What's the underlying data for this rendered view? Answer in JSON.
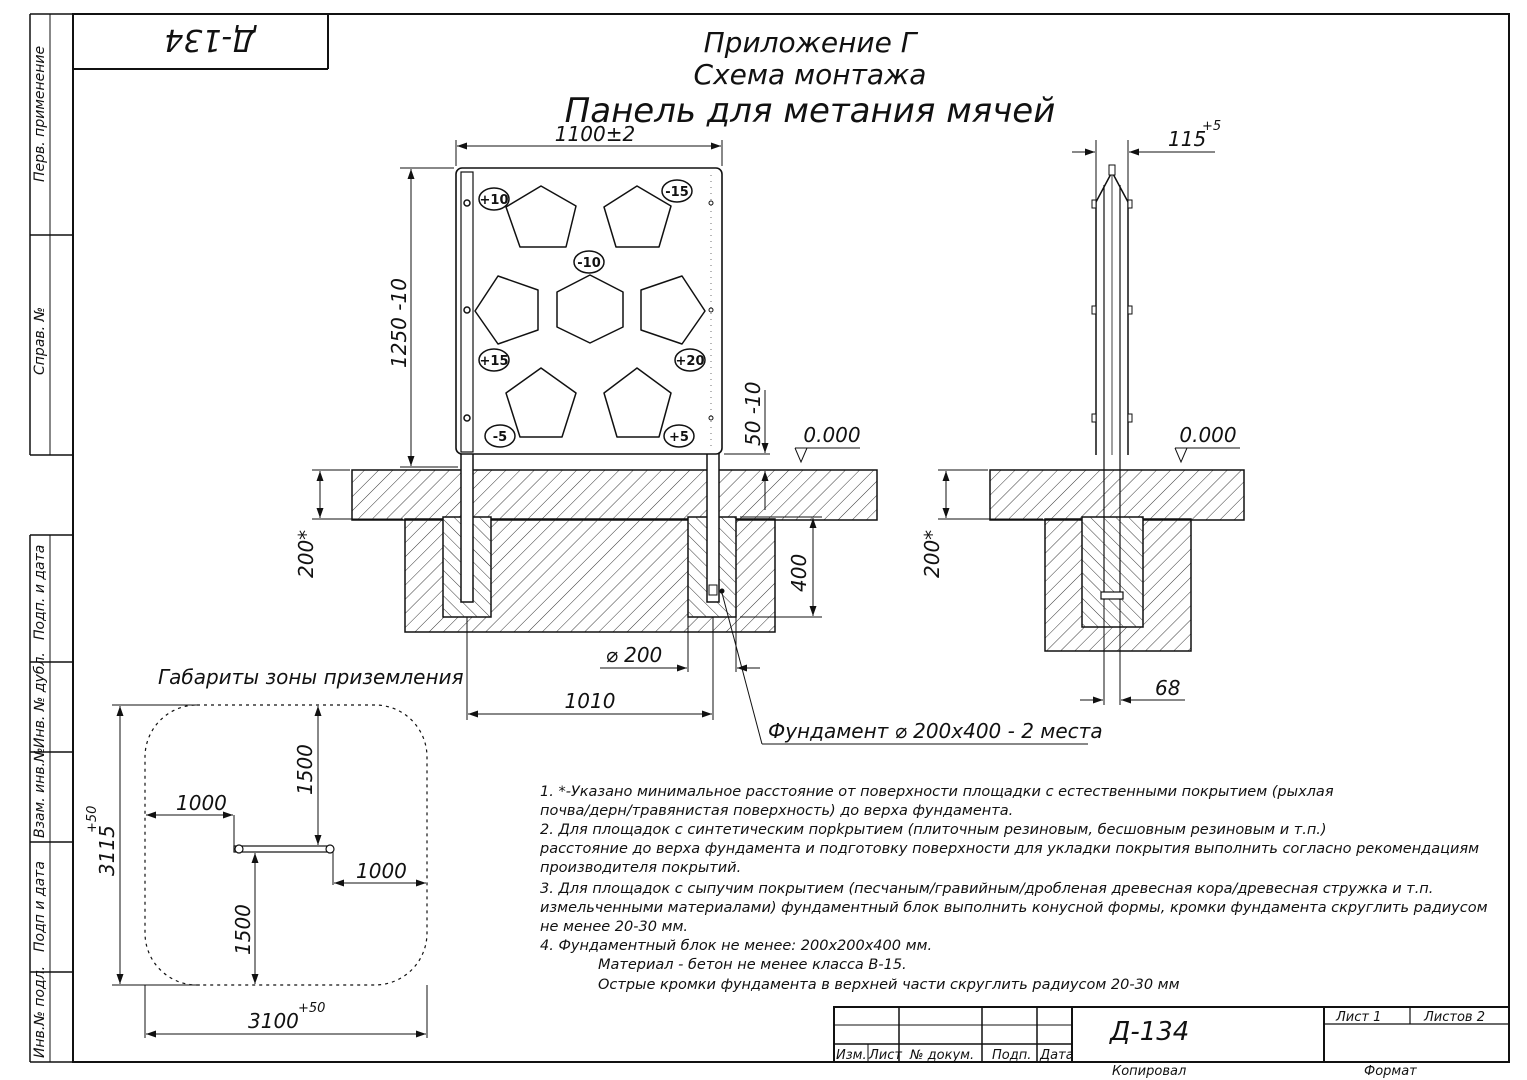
{
  "stamp": "Д-134",
  "title": {
    "line1": "Приложение Г",
    "line2": "Схема монтажа",
    "line3": "Панель для метания мячей"
  },
  "side_column": {
    "top": [
      "Перв. применение",
      "Справ. №"
    ],
    "bottom": [
      "Подп. и дата",
      "Инв. № дубл.",
      "Взам. инв.№",
      "Подп и дата",
      "Инв.№ подл."
    ]
  },
  "front_view": {
    "width_dim": "1100±2",
    "height_dim": "1250 -10",
    "gap_dim": "50 -10",
    "level_mark": "0.000",
    "depth_dim": "200*",
    "foundation_depth_dim": "400",
    "diameter_dim": "⌀ 200",
    "spacing_dim": "1010",
    "foundation_label": "Фундамент ⌀ 200х400 - 2 места",
    "badges": [
      "+10",
      "-15",
      "-10",
      "+15",
      "+20",
      "-5",
      "+5"
    ]
  },
  "side_view": {
    "thickness_dim": "115",
    "thickness_tol": "+5",
    "level_mark": "0.000",
    "depth_dim": "200*",
    "bottom_dim": "68"
  },
  "zone": {
    "title": "Габариты зоны приземления",
    "dim_top": "1500",
    "dim_left": "1000",
    "dim_right": "1000",
    "dim_bottom": "1500",
    "height_dim": "3115",
    "height_tol": "+50",
    "width_dim": "3100",
    "width_tol": "+50"
  },
  "notes": [
    "1. *-Указано минимальное расстояние от поверхности площадки с естественными покрытием (рыхлая",
    "почва/дерн/травянистая поверхность) до верха фундамента.",
    "2. Для площадок с синтетическим порkрытием (плиточным резиновым, бесшовным резиновым и т.п.)",
    "расстояние до верха фундамента и подготовку поверхности для укладки покрытия выполнить согласно рекомендациям",
    "производителя покрытий.",
    "3. Для площадок с сыпучим покрытием (песчаным/гравийным/дробленая древесная кора/древесная стружка и т.п.",
    "измельченными материалами) фундаментный блок выполнить конусной формы, кромки фундамента скруглить радиусом",
    "не менее 20-30 мм.",
    "4. Фундаментный блок не менее: 200х200х400 мм.",
    "Материал - бетон не менее класса В-15.",
    "Острые кромки фундамента в верхней части скруглить радиусом 20-30 мм"
  ],
  "title_block": {
    "code": "Д-134",
    "sheet_label": "Лист 1",
    "sheets_label": "Листов 2",
    "headers": [
      "Изм.",
      "Лист",
      "№ докум.",
      "Подп.",
      "Дата"
    ],
    "copied": "Копировал",
    "format": "Формат"
  }
}
